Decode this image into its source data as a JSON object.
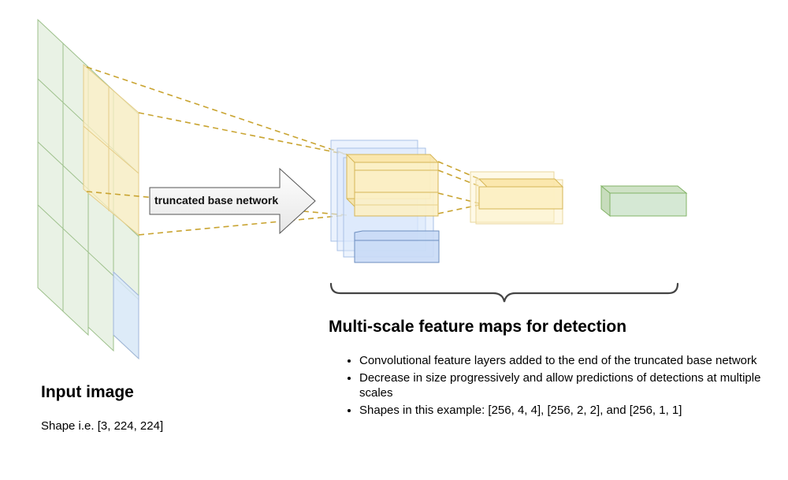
{
  "arrow": {
    "label": "truncated base network"
  },
  "input": {
    "title": "Input image",
    "shape": "Shape i.e. [3, 224, 224]"
  },
  "multiscale": {
    "title": "Multi-scale feature maps for detection",
    "bullets": [
      "Convolutional feature layers added to the end of the truncated base network",
      "Decrease in size progressively and allow predictions of detections at multiple scales",
      "Shapes in this example: [256, 4, 4], [256, 2, 2], and [256, 1, 1]"
    ]
  },
  "colors": {
    "green_fill": "#dbe9d4",
    "green_stroke": "#9dc08b",
    "yellow_fill": "#fcefc4",
    "yellow_stroke": "#d6b656",
    "blue_fill": "#dae8fc",
    "blue_stroke": "#6c8ebf",
    "dash": "#c9a431",
    "arrow_fill": "#f4f4f4",
    "arrow_stroke": "#555555"
  }
}
